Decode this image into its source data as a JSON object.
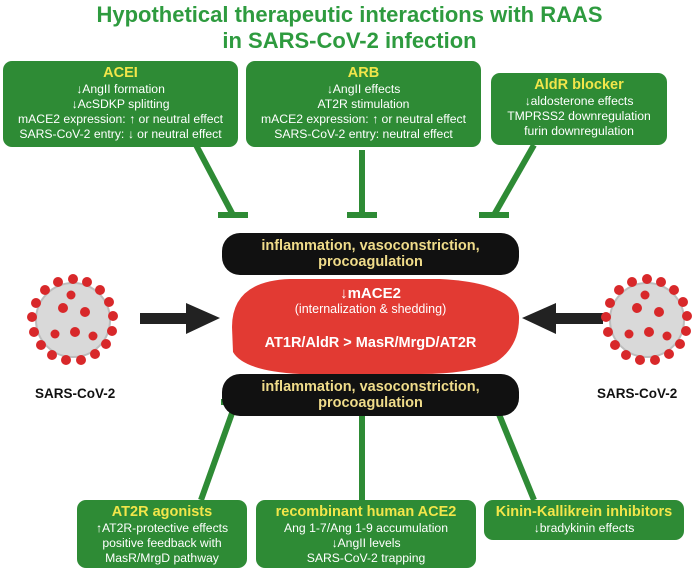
{
  "title": {
    "line1": "Hypothetical therapeutic interactions with RAAS",
    "line2": "in SARS-CoV-2 infection"
  },
  "boxes": {
    "acei": {
      "head": "ACEI",
      "lines": [
        "↓AngII formation",
        "↓AcSDKP splitting",
        "mACE2 expression: ↑ or neutral effect",
        "SARS-CoV-2 entry: ↓ or neutral effect"
      ]
    },
    "arb": {
      "head": "ARB",
      "lines": [
        "↓AngII effects",
        "AT2R stimulation",
        "mACE2 expression: ↑ or neutral effect",
        "SARS-CoV-2 entry: neutral effect"
      ]
    },
    "aldr": {
      "head": "AldR blocker",
      "lines": [
        "↓aldosterone effects",
        "TMPRSS2 downregulation",
        "furin downregulation"
      ]
    },
    "at2r": {
      "head": "AT2R agonists",
      "lines": [
        "↑AT2R-protective effects",
        "positive feedback with",
        "MasR/MrgD pathway"
      ]
    },
    "rhace2": {
      "head": "recombinant human ACE2",
      "lines": [
        "Ang 1-7/Ang 1-9 accumulation",
        "↓AngII levels",
        "SARS-CoV-2 trapping"
      ]
    },
    "kinin": {
      "head": "Kinin-Kallikrein inhibitors",
      "lines": [
        "↓bradykinin effects"
      ]
    }
  },
  "center": {
    "top_pill": [
      "inflammation, vasoconstriction,",
      "procoagulation"
    ],
    "mace2": "↓mACE2",
    "internalization": "(internalization & shedding)",
    "receptors": "AT1R/AldR > MasR/MrgD/AT2R",
    "bottom_pill": [
      "inflammation, vasoconstriction,",
      "procoagulation"
    ]
  },
  "virus": {
    "left_label": "SARS-CoV-2",
    "right_label": "SARS-CoV-2"
  },
  "colors": {
    "title_green": "#2e9b3f",
    "box_green": "#2e8b35",
    "box_head_yellow": "#f2e64a",
    "pill_black": "#111111",
    "pill_text": "#f0dc8a",
    "center_red": "#e23a33",
    "virus_red": "#d8282a",
    "virus_body": "#d9d9d9"
  },
  "icons": [
    "virus-icon",
    "arrow-right-icon",
    "arrow-left-icon",
    "inhibition-line-icon"
  ]
}
